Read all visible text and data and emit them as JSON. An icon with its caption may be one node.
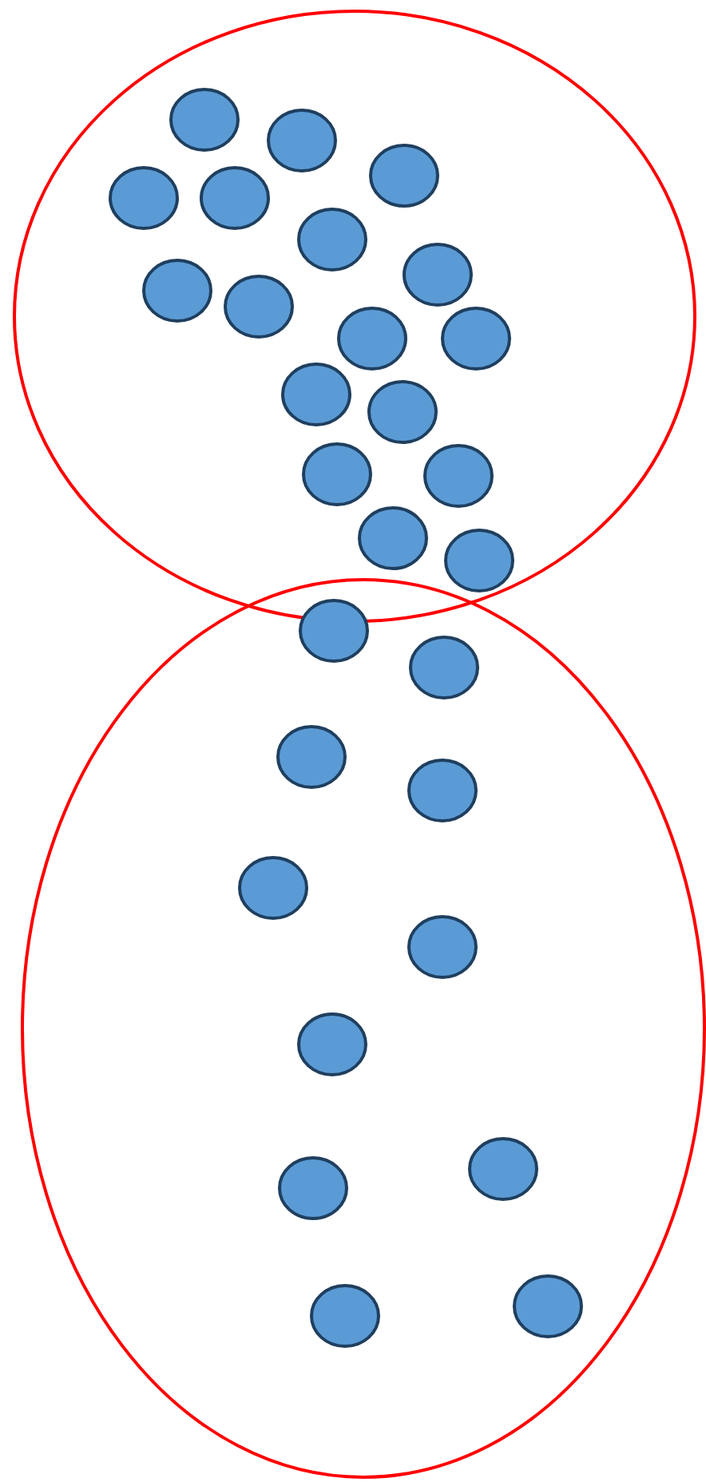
{
  "diagram": {
    "nodes": [
      {
        "text": [],
        "shape": "ellipse"
      },
      {
        "text": [],
        "shape": "ellipse",
        "in": 0
      },
      {
        "text": [],
        "shape": "ellipse",
        "in": 0
      },
      {
        "text": [],
        "shape": "ellipse",
        "in": 0
      },
      {
        "text": [],
        "shape": "ellipse",
        "in": 0
      },
      {
        "text": [],
        "shape": "ellipse",
        "in": 0
      },
      {
        "text": [],
        "shape": "ellipse",
        "in": 0
      },
      {
        "text": [],
        "shape": "ellipse",
        "in": 0
      },
      {
        "text": [],
        "shape": "ellipse",
        "in": 0
      },
      {
        "text": [],
        "shape": "ellipse",
        "in": 0
      },
      {
        "text": [],
        "shape": "ellipse",
        "in": 0
      },
      {
        "text": [],
        "shape": "ellipse",
        "in": 0
      },
      {
        "text": [],
        "shape": "ellipse",
        "in": 0
      },
      {
        "text": [],
        "shape": "ellipse",
        "in": 0
      },
      {
        "text": [],
        "shape": "ellipse",
        "in": 0
      },
      {
        "text": [],
        "shape": "ellipse",
        "in": 0
      },
      {
        "text": [],
        "shape": "ellipse",
        "in": 0
      },
      {
        "text": [],
        "shape": "ellipse",
        "in": 0
      },
      {
        "text": [],
        "shape": "ellipse"
      },
      {
        "text": [],
        "shape": "ellipse",
        "in": 18
      },
      {
        "text": [],
        "shape": "ellipse",
        "in": 18
      },
      {
        "text": [],
        "shape": "ellipse",
        "in": 18
      },
      {
        "text": [],
        "shape": "ellipse",
        "in": 18
      },
      {
        "text": [],
        "shape": "ellipse",
        "in": 18
      },
      {
        "text": [],
        "shape": "ellipse",
        "in": 18
      },
      {
        "text": [],
        "shape": "ellipse",
        "in": 18
      },
      {
        "text": [],
        "shape": "ellipse",
        "in": 18
      },
      {
        "text": [],
        "shape": "ellipse",
        "in": 18
      },
      {
        "text": [],
        "shape": "ellipse",
        "in": 18
      },
      {
        "text": [],
        "shape": "ellipse",
        "in": 18
      }
    ]
  }
}
